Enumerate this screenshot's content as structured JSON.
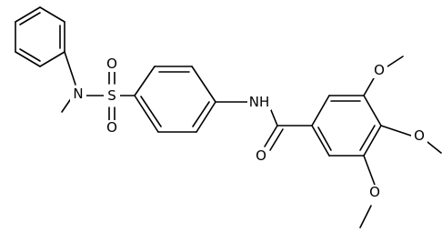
{
  "molecule": {
    "atoms": {
      "s": "S",
      "o_sulfonyl_top": "O",
      "o_sulfonyl_bottom": "O",
      "n_sulfonamide": "N",
      "nh_amide": "NH",
      "o_carbonyl": "O",
      "o_methoxy_3": "O",
      "o_methoxy_4": "O",
      "o_methoxy_5": "O"
    }
  }
}
